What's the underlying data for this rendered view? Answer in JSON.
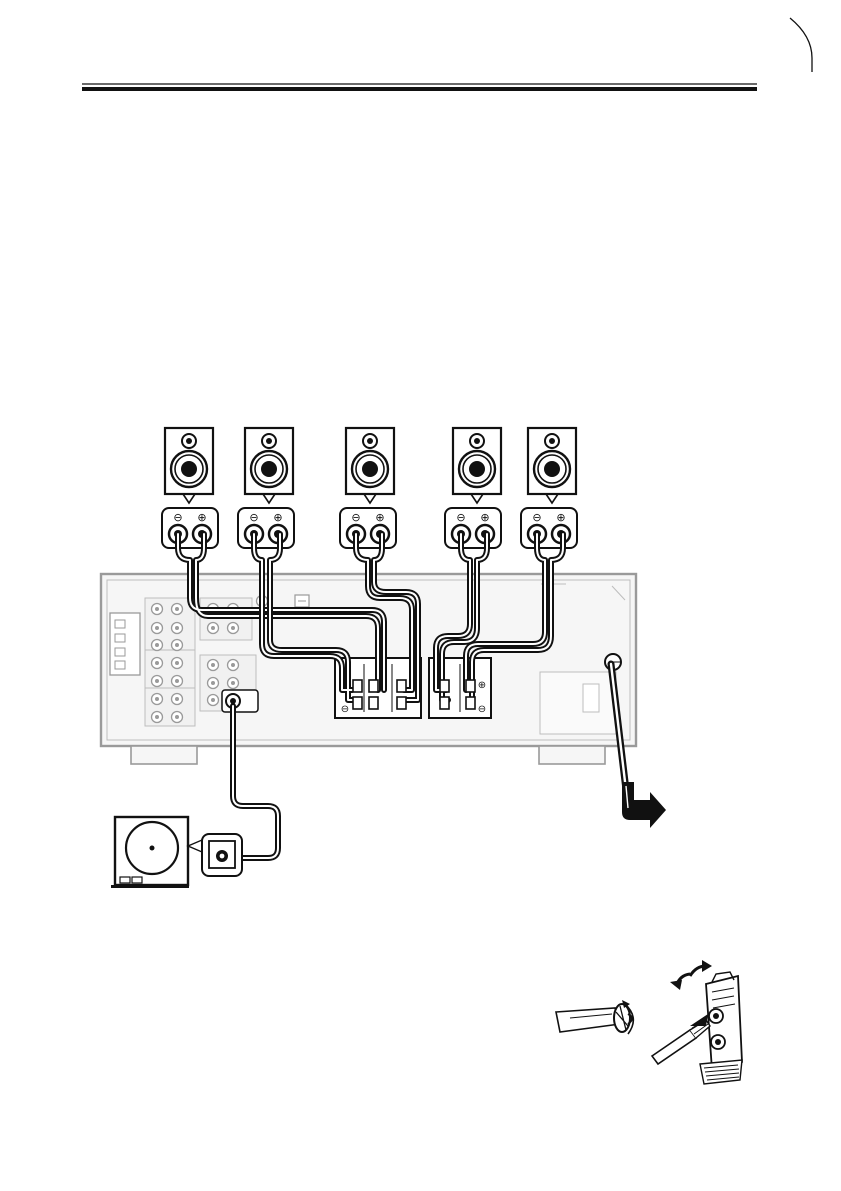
{
  "page": {
    "header_rule": "double",
    "background": "#ffffff"
  },
  "colors": {
    "ink": "#111111",
    "receiver_outline": "#9a9a9a",
    "receiver_fill": "#f3f3f3",
    "jack_fill": "#dddddd",
    "ac_arrow": "#111111"
  },
  "diagram": {
    "speakers": [
      {
        "id": "spk-1"
      },
      {
        "id": "spk-2"
      },
      {
        "id": "spk-3"
      },
      {
        "id": "spk-4"
      },
      {
        "id": "spk-5"
      }
    ],
    "subwoofer": {
      "id": "subwoofer"
    },
    "terminal_symbols": {
      "negative": "⊖",
      "positive": "⊕"
    },
    "icons": {
      "speaker": "speaker-icon",
      "subwoofer": "subwoofer-icon",
      "ac_plug_arrow": "arrow-right-icon",
      "wire_twist": "twisted-wire-icon",
      "terminal_insert": "speaker-terminal-icon",
      "rotate": "rotate-arrow-icon"
    }
  }
}
